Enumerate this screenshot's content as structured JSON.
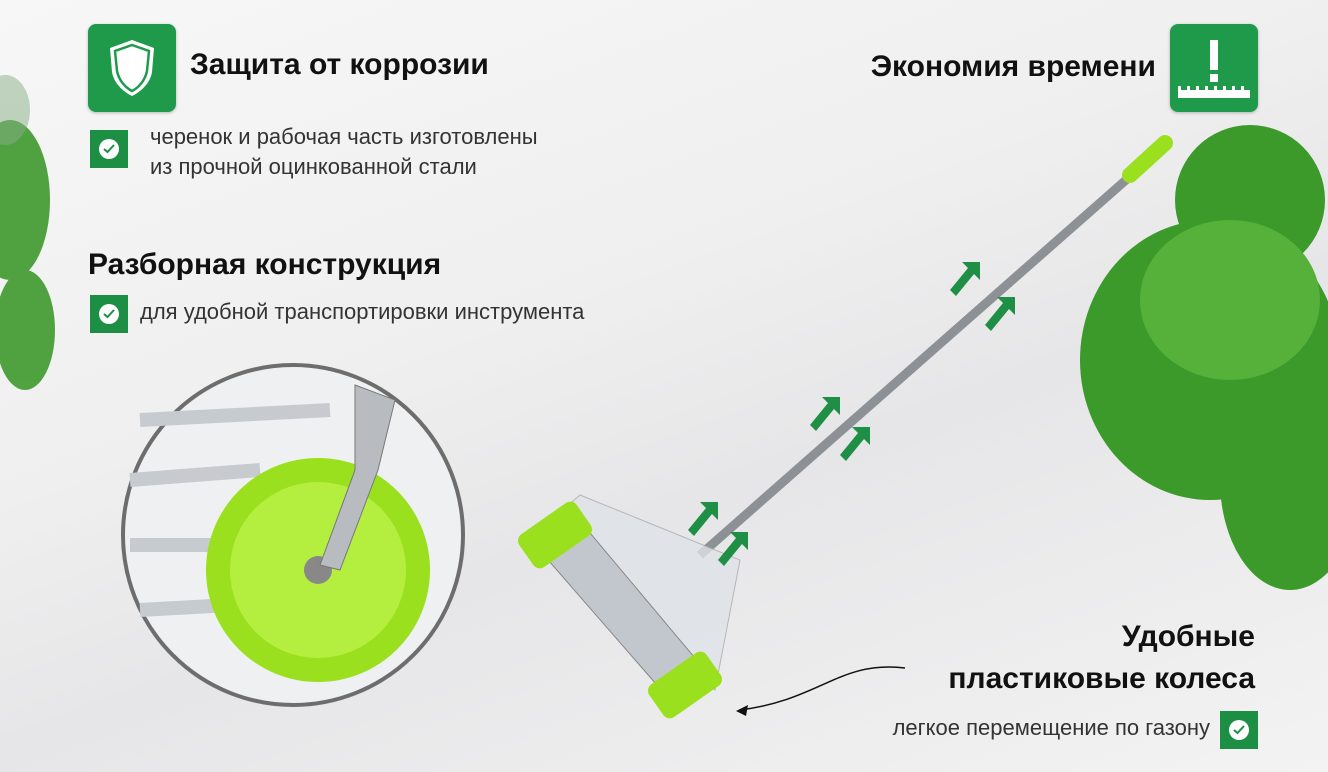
{
  "features": {
    "corrosion": {
      "title": "Защита от коррозии",
      "icon": "shield-icon",
      "lines": [
        "черенок и рабочая часть изготовлены",
        "из прочной оцинкованной стали"
      ]
    },
    "collapsible": {
      "title": "Разборная конструкция",
      "text": "для удобной транспортировки инструмента"
    },
    "time": {
      "title": "Экономия времени",
      "icon": "exclamation-ruler-icon"
    },
    "wheels": {
      "title_line1": "Удобные",
      "title_line2": "пластиковые колеса",
      "text": "легкое перемещение по газону"
    }
  },
  "colors": {
    "accent": "#1f9a4b",
    "lime": "#9be01e"
  }
}
